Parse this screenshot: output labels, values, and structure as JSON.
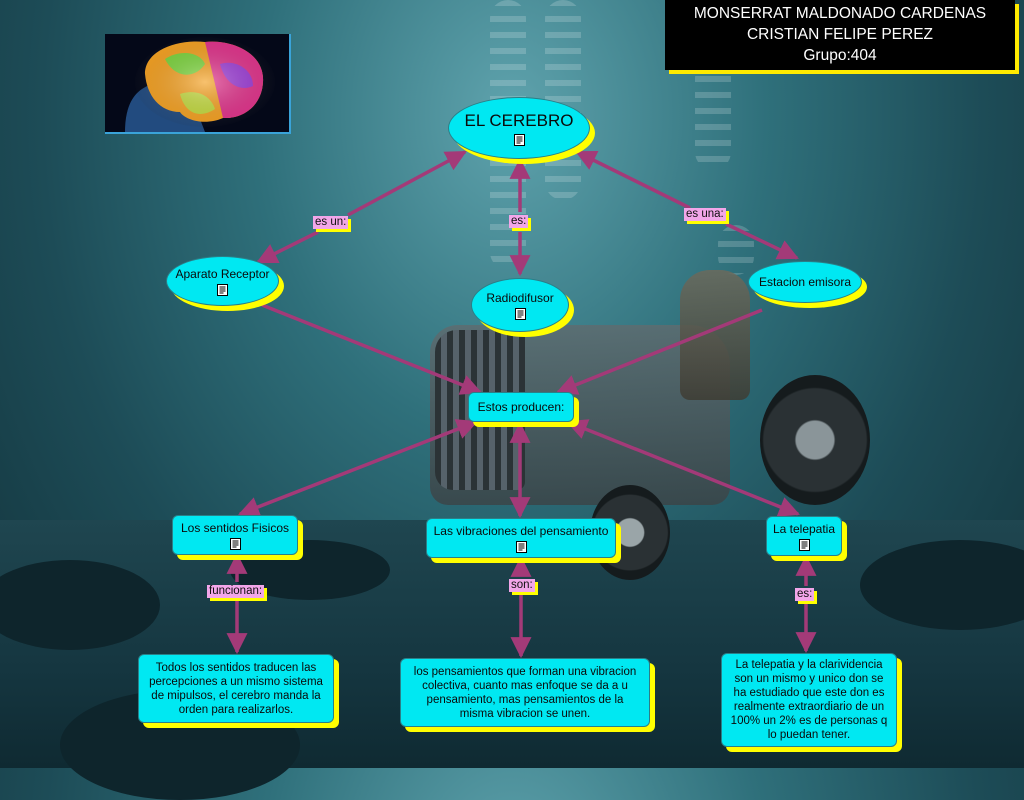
{
  "header": {
    "author_1": "MONSERRAT MALDONADO CARDENAS",
    "author_2": "CRISTIAN FELIPE PEREZ",
    "group": "Grupo:404"
  },
  "colors": {
    "node_fill": "#00e8f2",
    "node_shadow": "#ffff00",
    "link_label_fill": "#f2a6e9",
    "arrow": "#a33a78",
    "title_bg": "#000000"
  },
  "nodes": {
    "cerebro": "EL CEREBRO",
    "aparato_receptor": "Aparato Receptor",
    "radiodifusor": "Radiodifusor",
    "estacion_emisora": "Estacion emisora",
    "estos_producen": "Estos producen:",
    "sentidos_fisicos": "Los sentidos Fisicos",
    "vibraciones": "Las vibraciones del pensamiento",
    "telepatia": "La telepatia",
    "sentidos_desc": "Todos los sentidos traducen las percepciones a un mismo sistema de mipulsos, el cerebro manda la orden para realizarlos.",
    "vibraciones_desc": "los pensamientos que forman una vibracion colectiva, cuanto mas enfoque se da a u pensamiento, mas pensamientos de la misma vibracion se unen.",
    "telepatia_desc": "La telepatia y la clarividencia son un mismo y unico don se ha estudiado que este don es realmente extraordiario de un 100% un 2% es de personas q lo puedan tener."
  },
  "link_labels": {
    "es_un": "es un:",
    "es": "es:",
    "es_una": "es una:",
    "funcionan": "funcionan:",
    "son": "son:",
    "es_2": "es:"
  },
  "icons": {
    "resource": "document-icon",
    "image": "brain-image"
  }
}
